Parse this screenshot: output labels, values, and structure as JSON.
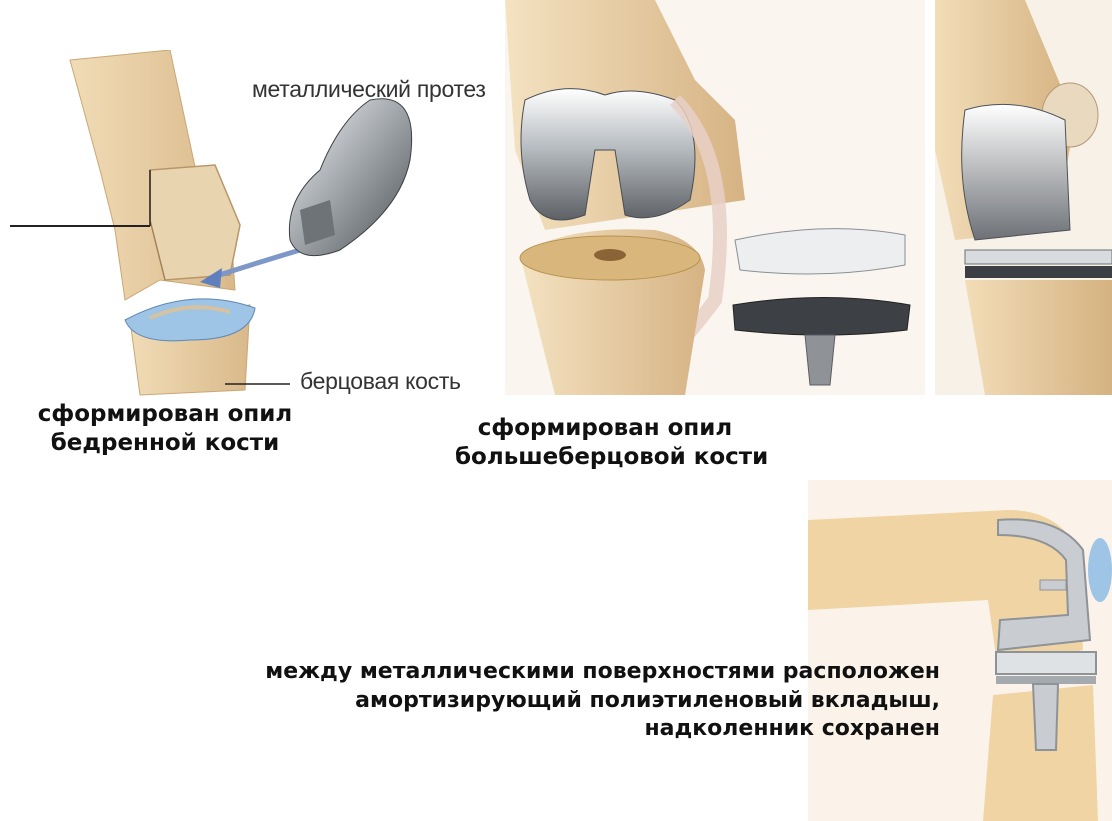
{
  "slide": {
    "panel_left": {
      "prosthesis_label": "металлический протез",
      "tibia_label": "берцовая кость",
      "caption": [
        "сформирован опил",
        "бедренной кости"
      ]
    },
    "panel_middle": {
      "caption": [
        "сформирован опил",
        "большеберцовой кости"
      ]
    },
    "panel_bottom": {
      "caption": [
        "между металлическими поверхностями расположен",
        "амортизирующий полиэтиленовый вкладыш,",
        "надколенник сохранен"
      ]
    }
  },
  "colors": {
    "bone": "#e6c99a",
    "bone_light": "#f3e2c2",
    "metal": "#c9cdd2",
    "insert_blue": "#9ec4e6",
    "diagram_bone": "#f0d4a4",
    "diagram_bg": "#fbf3ea"
  }
}
